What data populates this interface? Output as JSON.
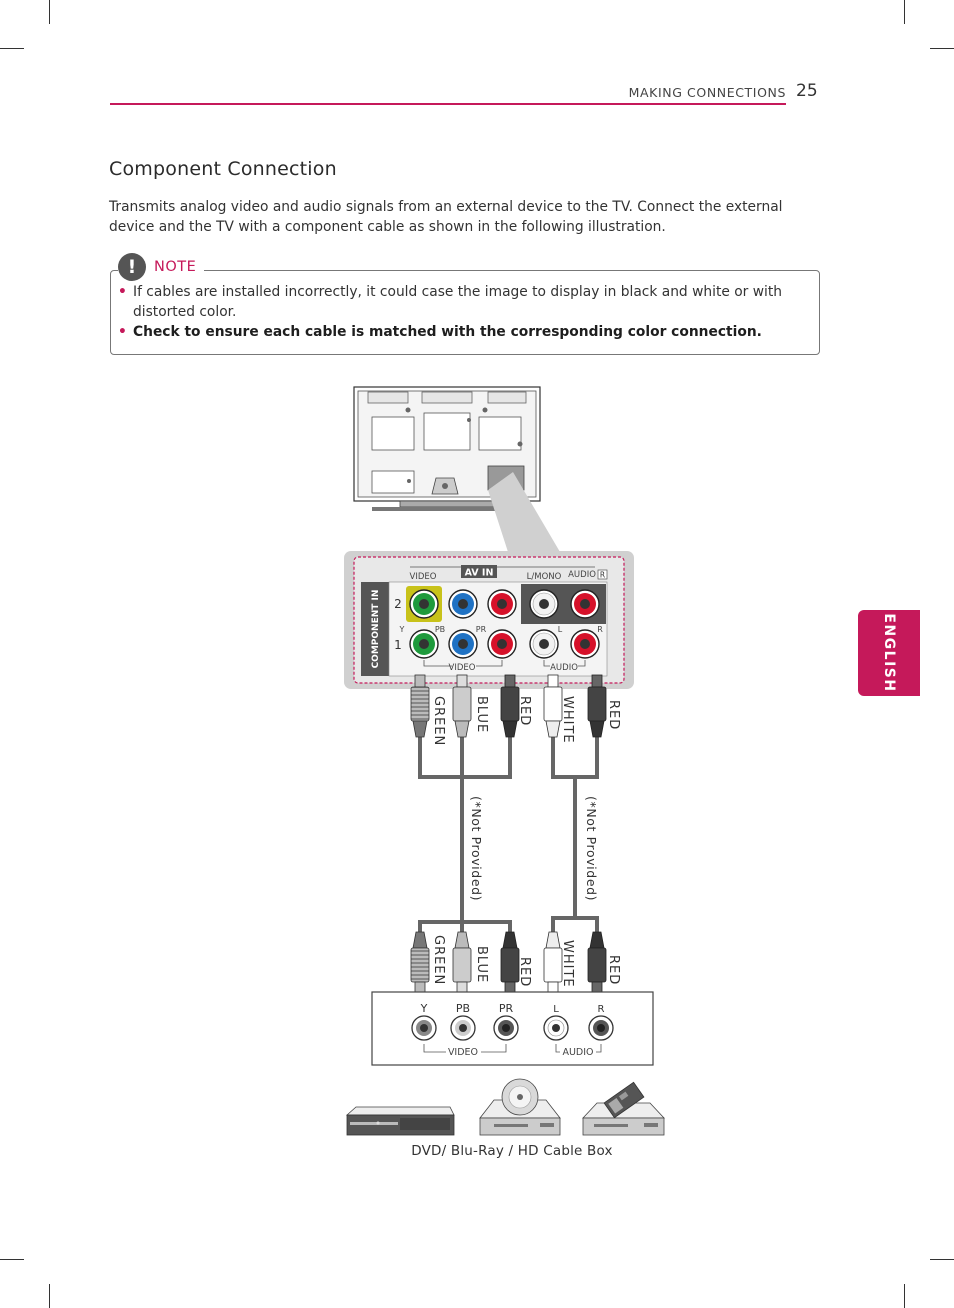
{
  "header": {
    "section": "MAKING CONNECTIONS",
    "page_number": "25"
  },
  "title": "Component Connection",
  "intro": "Transmits analog video and audio signals from an external device to the TV. Connect the external device and the TV with a component cable as shown in the following illustration.",
  "note": {
    "icon_glyph": "!",
    "label": "NOTE",
    "items": [
      "If cables are installed incorrectly, it could case the image to display in black and white or with distorted color.",
      "Check to ensure each cable is matched with the corresponding color connection."
    ]
  },
  "language_tab": "ENGLISH",
  "tv_panel": {
    "av_in": "AV IN",
    "video": "VIDEO",
    "l_mono": "L/MONO",
    "audio": "AUDIO",
    "r_badge": "R",
    "component_in": "COMPONENT IN",
    "row_2": "2",
    "row_1": "1",
    "y": "Y",
    "pb": "PB",
    "pr": "PR",
    "l": "L",
    "r": "R",
    "video_bottom": "VIDEO",
    "audio_bottom": "AUDIO"
  },
  "cable_labels": {
    "green": "GREEN",
    "blue": "BLUE",
    "red": "RED",
    "white": "WHITE",
    "red_audio": "RED",
    "not_provided": "(*Not Provided)"
  },
  "device_panel": {
    "y": "Y",
    "pb": "PB",
    "pr": "PR",
    "l": "L",
    "r": "R",
    "video": "VIDEO",
    "audio": "AUDIO"
  },
  "caption": "DVD/ Blu-Ray / HD Cable Box",
  "colors": {
    "accent": "#c5195a",
    "jack_green": "#1e9a3c",
    "jack_blue": "#1f72c4",
    "jack_red": "#d6112a",
    "jack_white": "#f2f2f2",
    "av_highlight": "#c8c21a"
  }
}
